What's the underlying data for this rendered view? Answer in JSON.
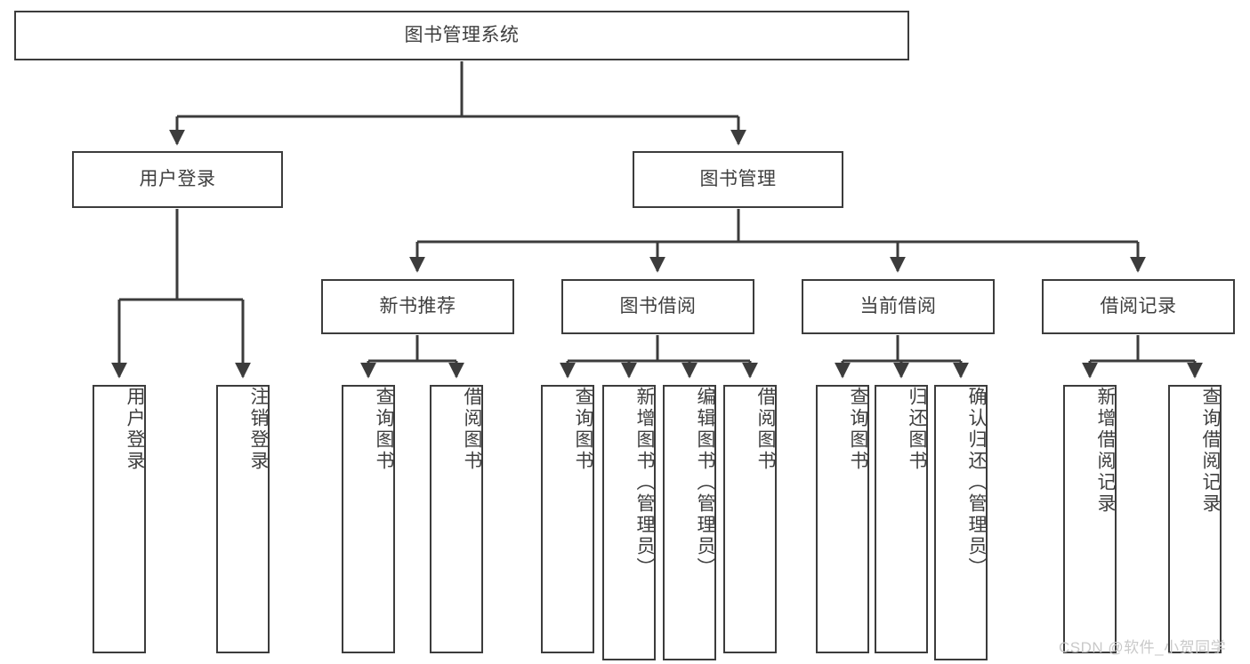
{
  "diagram": {
    "type": "org-chart",
    "title": "图书管理系统",
    "orientation": "top-down",
    "colors": {
      "box_border": "#3c3c3c",
      "box_fill": "#ffffff",
      "edge": "#3c3c3c",
      "text": "#3f3f3f",
      "watermark": "#c9c9c9"
    },
    "root": {
      "label": "图书管理系统"
    },
    "level2": [
      {
        "label": "用户登录"
      },
      {
        "label": "图书管理"
      }
    ],
    "level3": [
      {
        "label": "新书推荐"
      },
      {
        "label": "图书借阅"
      },
      {
        "label": "当前借阅"
      },
      {
        "label": "借阅记录"
      }
    ],
    "leaves_user_login": [
      {
        "label": "用户登录"
      },
      {
        "label": "注销登录"
      }
    ],
    "leaves_new_book": [
      {
        "label": "查询图书"
      },
      {
        "label": "借阅图书"
      }
    ],
    "leaves_borrow": [
      {
        "label": "查询图书"
      },
      {
        "label": "新增图书（管理员）"
      },
      {
        "label": "编辑图书（管理员）"
      },
      {
        "label": "借阅图书"
      }
    ],
    "leaves_current": [
      {
        "label": "查询图书"
      },
      {
        "label": "归还图书"
      },
      {
        "label": "确认归还（管理员）"
      }
    ],
    "leaves_records": [
      {
        "label": "新增借阅记录"
      },
      {
        "label": "查询借阅记录"
      }
    ],
    "watermark": "CSDN @软件_小贺同学"
  }
}
